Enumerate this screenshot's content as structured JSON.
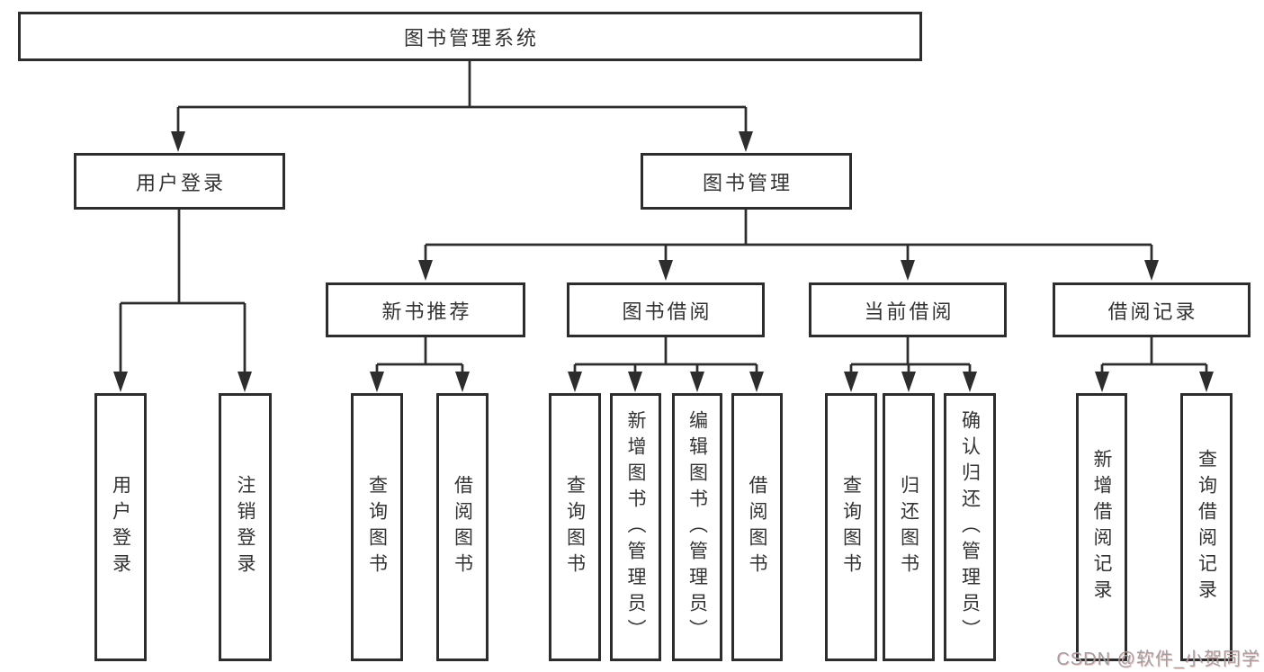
{
  "diagram": {
    "title": "图书管理系统",
    "level2": {
      "user_login": "用户登录",
      "book_mgmt": "图书管理"
    },
    "level3": {
      "new_books": "新书推荐",
      "book_borrow": "图书借阅",
      "current_borrow": "当前借阅",
      "borrow_records": "借阅记录"
    },
    "leaves": {
      "user_login": [
        "用户登录",
        "注销登录"
      ],
      "new_books": [
        "查询图书",
        "借阅图书"
      ],
      "book_borrow": [
        "查询图书",
        "新增图书（管理员）",
        "编辑图书（管理员）",
        "借阅图书"
      ],
      "current_borrow": [
        "查询图书",
        "归还图书",
        "确认归还（管理员）"
      ],
      "borrow_records": [
        "新增借阅记录",
        "查询借阅记录"
      ]
    }
  },
  "watermark": "CSDN @软件_小贺同学",
  "colors": {
    "line": "#2d2d2d",
    "text": "#333333",
    "box_fill": "#ffffff",
    "background": "#ffffff",
    "watermark": "#9f9fa3"
  }
}
